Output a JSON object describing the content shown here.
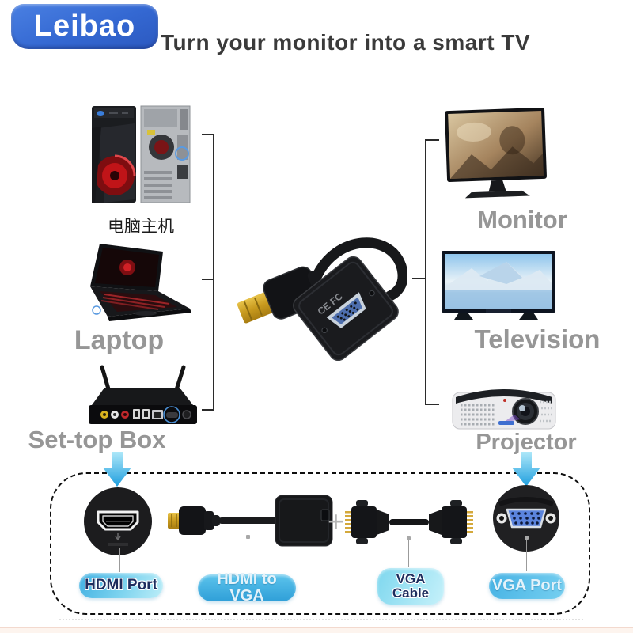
{
  "logo": {
    "text": "Leibao"
  },
  "title": "Turn your monitor into a smart TV",
  "sources": {
    "items": [
      {
        "label": "电脑主机"
      },
      {
        "label": "Laptop"
      },
      {
        "label": "Set-top Box"
      }
    ]
  },
  "outputs": {
    "items": [
      {
        "label": "Monitor"
      },
      {
        "label": "Television"
      },
      {
        "label": "Projector"
      }
    ]
  },
  "center_adapter": {
    "marking": "CE FC"
  },
  "bottom": {
    "plus": "+",
    "badges": [
      {
        "label": "HDMI Port"
      },
      {
        "label": "HDMI to VGA"
      },
      {
        "label": "VGA\nCable"
      },
      {
        "label": "VGA Port"
      }
    ]
  },
  "colors": {
    "logo_blue": "#3468d2",
    "badge_blue": "#3fb0e2",
    "badge_light_blue": "#bdeef8",
    "arrow_blue": "#1e9ede",
    "label_gray": "#969696",
    "title_dark": "#3a3a3a",
    "vga_port_blue": "#5b84dd"
  }
}
